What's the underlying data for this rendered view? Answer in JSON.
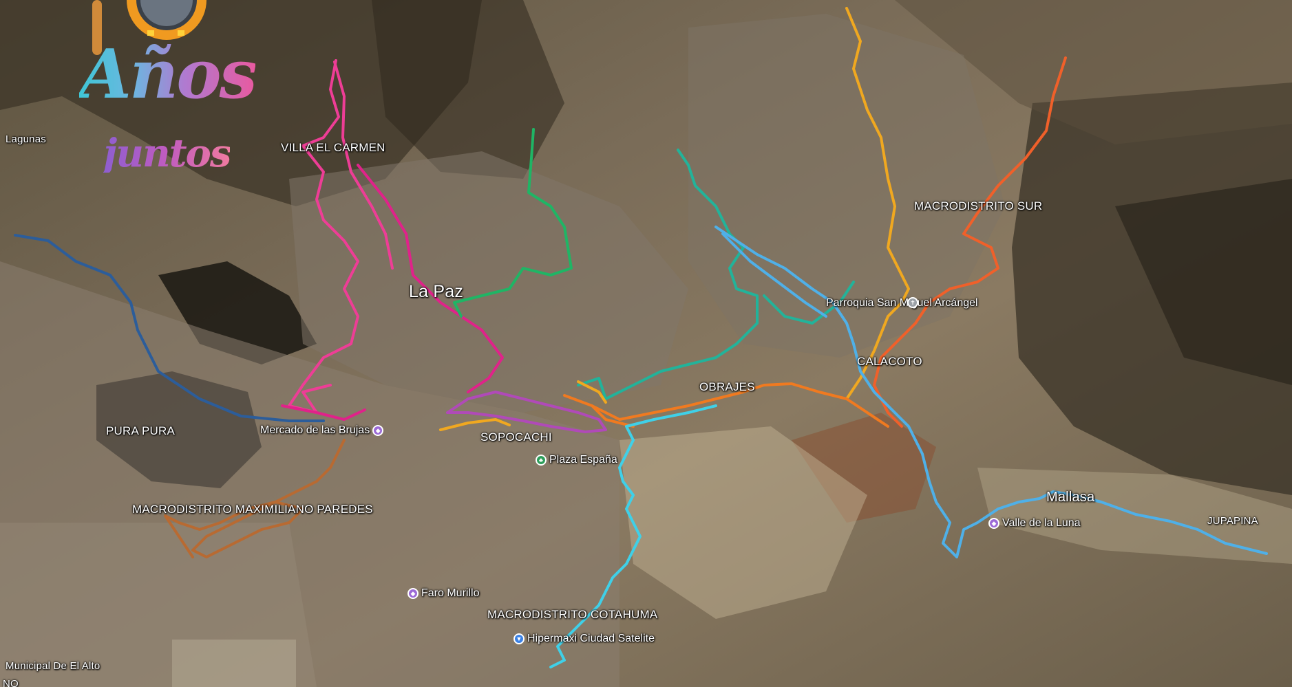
{
  "logo": {
    "line1": "Años",
    "line2": "juntos"
  },
  "places": {
    "lagunas": "Lagunas",
    "villa_el_carmen": "VILLA EL CARMEN",
    "la_paz": "La Paz",
    "macrodistrito_sur": "MACRODISTRITO SUR",
    "calacoto": "CALACOTO",
    "obrajes": "OBRAJES",
    "sopocachi": "SOPOCACHI",
    "pura_pura": "PURA PURA",
    "macrodistrito_maximiliano_paredes": "MACRODISTRITO MAXIMILIANO PAREDES",
    "macrodistrito_cotahuma": "MACRODISTRITO COTAHUMA",
    "mallasa": "Mallasa",
    "jupapina": "JUPAPINA",
    "municipal_el_alto": "Municipal De El Alto",
    "edge_fragment": "NO"
  },
  "pois": {
    "parroquia": {
      "name": "Parroquia San Miguel Arcángel",
      "icon": "church-pin-icon",
      "color": "#9aa0a6"
    },
    "mercado": {
      "name": "Mercado de las Brujas",
      "icon": "shopping-pin-icon",
      "color": "#9c6ad6"
    },
    "plaza": {
      "name": "Plaza España",
      "icon": "park-pin-icon",
      "color": "#2e9e5b"
    },
    "valle": {
      "name": "Valle de la Luna",
      "icon": "landmark-pin-icon",
      "color": "#9c6ad6"
    },
    "faro": {
      "name": "Faro Murillo",
      "icon": "landmark-pin-icon",
      "color": "#9c6ad6"
    },
    "hipermaxi": {
      "name": "Hipermaxi Ciudad Satelite",
      "icon": "store-pin-icon",
      "color": "#3b82e6"
    }
  },
  "routes": [
    {
      "name": "pink",
      "color": "#ee3d96"
    },
    {
      "name": "magenta",
      "color": "#e0228a"
    },
    {
      "name": "green",
      "color": "#1fb565"
    },
    {
      "name": "teal",
      "color": "#22b39a"
    },
    {
      "name": "yellow",
      "color": "#f0a820"
    },
    {
      "name": "orange-red",
      "color": "#f0602a"
    },
    {
      "name": "orange",
      "color": "#f07a20"
    },
    {
      "name": "light-blue",
      "color": "#4fb0e8"
    },
    {
      "name": "cyan",
      "color": "#3fd0e8"
    },
    {
      "name": "purple",
      "color": "#b04ab8"
    },
    {
      "name": "brown",
      "color": "#b86a32"
    },
    {
      "name": "dark-blue",
      "color": "#2c5d9a"
    }
  ]
}
